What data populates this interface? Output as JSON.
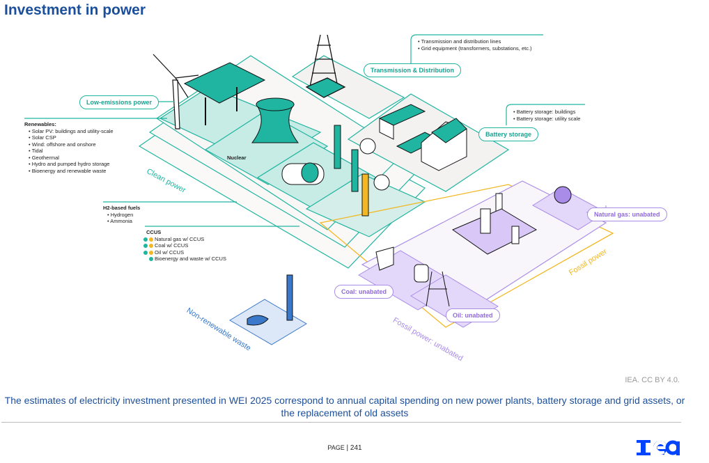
{
  "title": "Investment in power",
  "diagram": {
    "pills": {
      "low_emissions": "Low-emissions power",
      "transmission": "Transmission & Distribution",
      "battery": "Battery storage",
      "natural_gas": "Natural gas: unabated",
      "coal": "Coal: unabated",
      "oil": "Oil: unabated"
    },
    "nuclear_label": "Nuclear",
    "zones": {
      "clean": "Clean power",
      "fossil": "Fossil power",
      "fossil_unabated": "Fossil power: unabated",
      "waste": "Non-renewable waste"
    },
    "renewables": {
      "heading": "Renewables:",
      "items": [
        "Solar PV: buildings and utility-scale",
        "Solar CSP",
        "Wind: offshore and onshore",
        "Tidal",
        "Geothermal",
        "Hydro and pumped hydro storage",
        "Bioenergy and renewable waste"
      ]
    },
    "h2": {
      "heading": "H2-based fuels",
      "items": [
        "Hydrogen",
        "Ammonia"
      ]
    },
    "ccus": {
      "heading": "CCUS",
      "items": [
        "Natural gas w/ CCUS",
        "Coal w/ CCUS",
        "Oil w/ CCUS",
        "Bioenergy and waste w/ CCUS"
      ]
    },
    "td_notes": [
      "Transmission and distribution lines",
      "Grid equipment (transformers, substations, etc.)"
    ],
    "battery_notes": [
      "Battery storage: buildings",
      "Battery storage: utility scale"
    ],
    "colors": {
      "clean": "#1fb5a0",
      "fossil": "#f2b722",
      "unabated": "#a98be8",
      "waste": "#3a78c9",
      "title": "#1b4f9c",
      "logo": "#0044ff"
    }
  },
  "credit": "IEA. CC BY 4.0.",
  "caption": "The estimates of electricity investment presented in WEI 2025 correspond to annual capital spending on new power plants, battery storage and grid assets, or the replacement of old assets",
  "page": {
    "label": "Page",
    "number": "241"
  },
  "logo_text": "iea"
}
